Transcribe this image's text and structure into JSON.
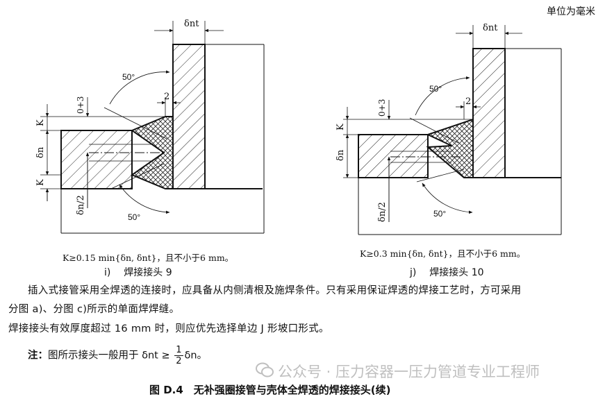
{
  "unit_label": "单位为毫米",
  "fig_i": {
    "delta_nt": "δnt",
    "k_top": "K",
    "k_bottom": "K",
    "delta_n": "δn",
    "gap": "0+3",
    "gap_sub": "0",
    "two": "2",
    "angle_top": "50°",
    "angle_bottom": "50°",
    "half_delta": "δn/2",
    "formula": "K≥0.15 min{δn, δnt}，且不小于6 mm。",
    "caption_letter": "i)",
    "caption": "焊接接头 9"
  },
  "fig_j": {
    "delta_nt": "δnt",
    "k_top": "K",
    "delta_n": "δn",
    "gap": "0+3",
    "gap_sub": "0",
    "two": "2",
    "angle_top": "50°",
    "angle_bottom": "50°",
    "half_delta": "δn/2",
    "formula": "K≥0.3 min{δn, δnt}，且不小于6 mm。",
    "caption_letter": "j)",
    "caption": "焊接接头 10"
  },
  "paragraphs": [
    "插入式接管采用全焊透的连接时，应具备从内侧清根及施焊条件。只有采用保证焊透的焊接工艺时，方可采用",
    "分图 a)、分图 c)所示的单面焊焊缝。",
    "焊接接头有效厚度超过 16 mm 时，则应优先选择单边 J 形坡口形式。"
  ],
  "note": {
    "label": "注：",
    "text_before": "图所示接头一般用于 δnt ≥",
    "frac_num": "1",
    "frac_den": "2",
    "text_after": "δn。"
  },
  "watermark": "公众号 · 压力容器一压力管道专业工程师",
  "figure_caption": "图 D.4　无补强圈接管与壳体全焊透的焊接接头(续)"
}
